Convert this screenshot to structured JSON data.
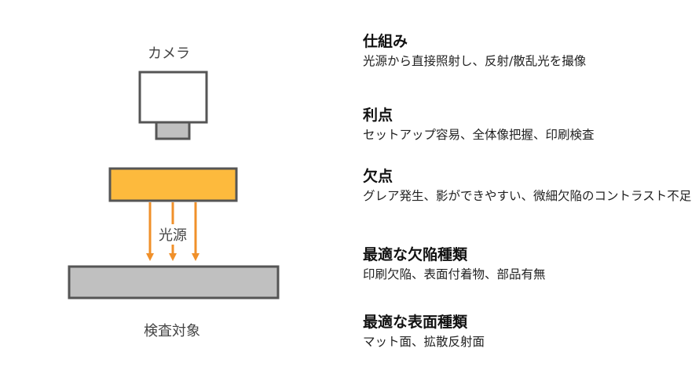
{
  "diagram": {
    "camera_label": "カメラ",
    "light_label": "光源",
    "object_label": "検査対象",
    "colors": {
      "light": "#FDBA3D",
      "arrow": "#F0902A",
      "object": "#C0C0C0",
      "outline": "#555555"
    }
  },
  "sections": [
    {
      "title": "仕組み",
      "body": "光源から直接照射し、反射/散乱光を撮像"
    },
    {
      "title": "利点",
      "body": "セットアップ容易、全体像把握、印刷検査"
    },
    {
      "title": "欠点",
      "body": "グレア発生、影ができやすい、微細欠陥のコントラスト不足"
    },
    {
      "title": "最適な欠陥種類",
      "body": "印刷欠陥、表面付着物、部品有無"
    },
    {
      "title": "最適な表面種類",
      "body": "マット面、拡散反射面"
    }
  ]
}
